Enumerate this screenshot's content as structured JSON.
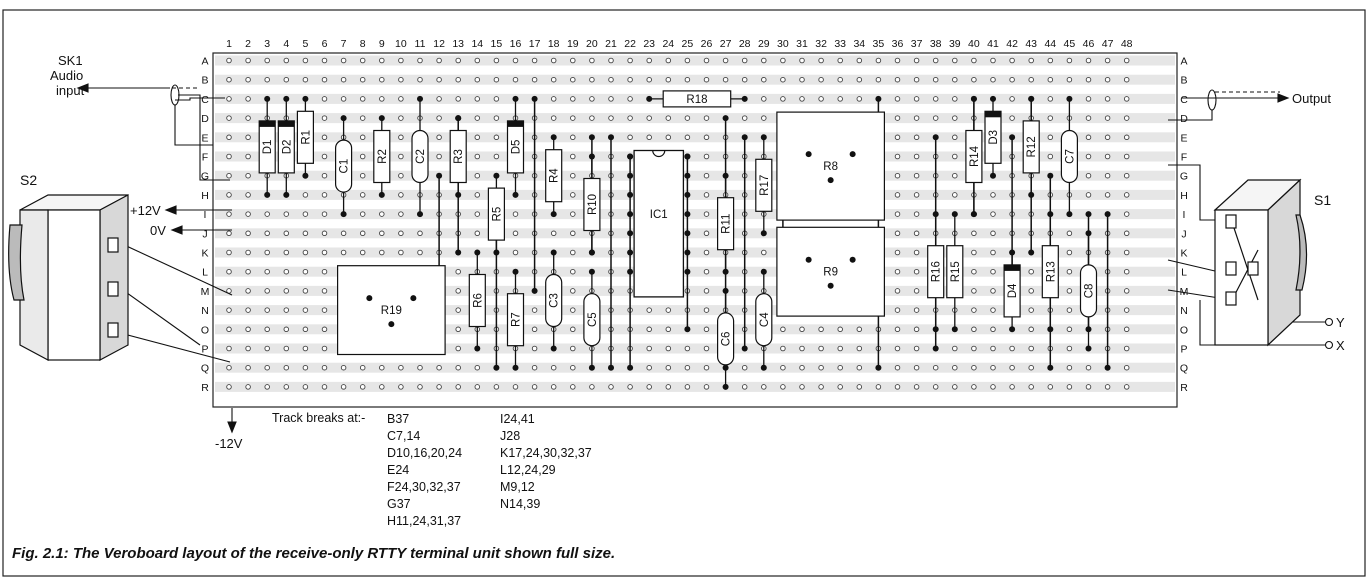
{
  "columns": [
    "1",
    "2",
    "3",
    "4",
    "5",
    "6",
    "7",
    "8",
    "9",
    "10",
    "11",
    "12",
    "13",
    "14",
    "15",
    "16",
    "17",
    "18",
    "19",
    "20",
    "21",
    "22",
    "23",
    "24",
    "25",
    "26",
    "27",
    "28",
    "29",
    "30",
    "31",
    "32",
    "33",
    "34",
    "35",
    "36",
    "37",
    "38",
    "39",
    "40",
    "41",
    "42",
    "43",
    "44",
    "45",
    "46",
    "47",
    "48"
  ],
  "rows": [
    "A",
    "B",
    "C",
    "D",
    "E",
    "F",
    "G",
    "H",
    "I",
    "J",
    "K",
    "L",
    "M",
    "N",
    "O",
    "P",
    "Q",
    "R"
  ],
  "left_labels": {
    "sk1": "SK1",
    "sk1_sub1": "Audio",
    "sk1_sub2": "input",
    "s2": "S2",
    "plus12": "+12V",
    "zero": "0V",
    "minus12": "-12V"
  },
  "right_labels": {
    "output": "Output",
    "s1": "S1",
    "y": "Y",
    "x": "X"
  },
  "components": {
    "resistors": [
      {
        "id": "r1",
        "label": "R1"
      },
      {
        "id": "r2",
        "label": "R2"
      },
      {
        "id": "r3",
        "label": "R3"
      },
      {
        "id": "r4",
        "label": "R4"
      },
      {
        "id": "r5",
        "label": "R5"
      },
      {
        "id": "r6",
        "label": "R6"
      },
      {
        "id": "r7",
        "label": "R7"
      },
      {
        "id": "r10",
        "label": "R10"
      },
      {
        "id": "r11",
        "label": "R11"
      },
      {
        "id": "r12",
        "label": "R12"
      },
      {
        "id": "r13",
        "label": "R13"
      },
      {
        "id": "r14",
        "label": "R14"
      },
      {
        "id": "r15",
        "label": "R15"
      },
      {
        "id": "r16",
        "label": "R16"
      },
      {
        "id": "r17",
        "label": "R17"
      },
      {
        "id": "r18",
        "label": "R18"
      }
    ],
    "capacitors": [
      {
        "id": "c1",
        "label": "C1"
      },
      {
        "id": "c2",
        "label": "C2"
      },
      {
        "id": "c3",
        "label": "C3"
      },
      {
        "id": "c4",
        "label": "C4"
      },
      {
        "id": "c5",
        "label": "C5"
      },
      {
        "id": "c6",
        "label": "C6"
      },
      {
        "id": "c7",
        "label": "C7"
      },
      {
        "id": "c8",
        "label": "C8"
      }
    ],
    "diodes": [
      {
        "id": "d1",
        "label": "D1"
      },
      {
        "id": "d2",
        "label": "D2"
      },
      {
        "id": "d3",
        "label": "D3"
      },
      {
        "id": "d4",
        "label": "D4"
      },
      {
        "id": "d5",
        "label": "D5"
      }
    ],
    "presets": [
      {
        "id": "r8",
        "label": "R8"
      },
      {
        "id": "r9",
        "label": "R9"
      },
      {
        "id": "r19",
        "label": "R19"
      }
    ],
    "ic": {
      "id": "ic1",
      "label": "IC1"
    }
  },
  "track_breaks": {
    "title": "Track breaks at:-",
    "col1": [
      "B37",
      "C7,14",
      "D10,16,20,24",
      "E24",
      "F24,30,32,37",
      "G37",
      "H11,24,31,37"
    ],
    "col2": [
      "I24,41",
      "J28",
      "K17,24,30,32,37",
      "L12,24,29",
      "M9,12",
      "N14,39"
    ]
  },
  "caption": "Fig. 2.1: The Veroboard layout of the receive-only RTTY terminal unit shown full size."
}
